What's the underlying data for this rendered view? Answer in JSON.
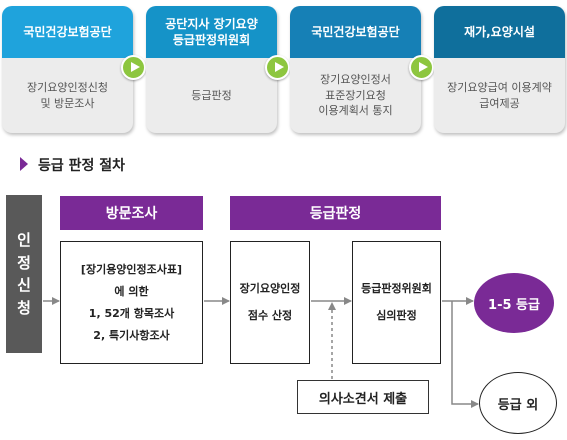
{
  "process": {
    "steps": [
      {
        "title": "국민건강보험공단",
        "desc": "장기요양인정신청\n및 방문조사"
      },
      {
        "title": "공단지사 장기요양\n등급판정위원회",
        "desc": "등급판정"
      },
      {
        "title": "국민건강보험공단",
        "desc": "장기요양인정서\n표준장기요청\n이용계획서 통지"
      },
      {
        "title": "재가,요양시설",
        "desc": "장기요양급여 이용계약\n급여제공"
      }
    ]
  },
  "section": {
    "title": "등급 판정 절차"
  },
  "flow": {
    "side_label": [
      "인",
      "정",
      "신",
      "청"
    ],
    "band_visit": "방문조사",
    "band_grade": "등급판정",
    "visit_box": [
      "[장기용양인정조사표]",
      "에 의한",
      "1, 52개 항목조사",
      "2, 특기사항조사"
    ],
    "score_box": [
      "장기요양인정",
      "점수 산정"
    ],
    "committee_box": [
      "등급판정위원회",
      "심의판정"
    ],
    "doctor": "의사소견서 제출",
    "result_pass": "1-5 등급",
    "result_out": "등급 외"
  },
  "colors": {
    "primary_purple": "#7a2a96",
    "arrow_green": "#8dc63f",
    "header_blue": "#1593c8"
  }
}
